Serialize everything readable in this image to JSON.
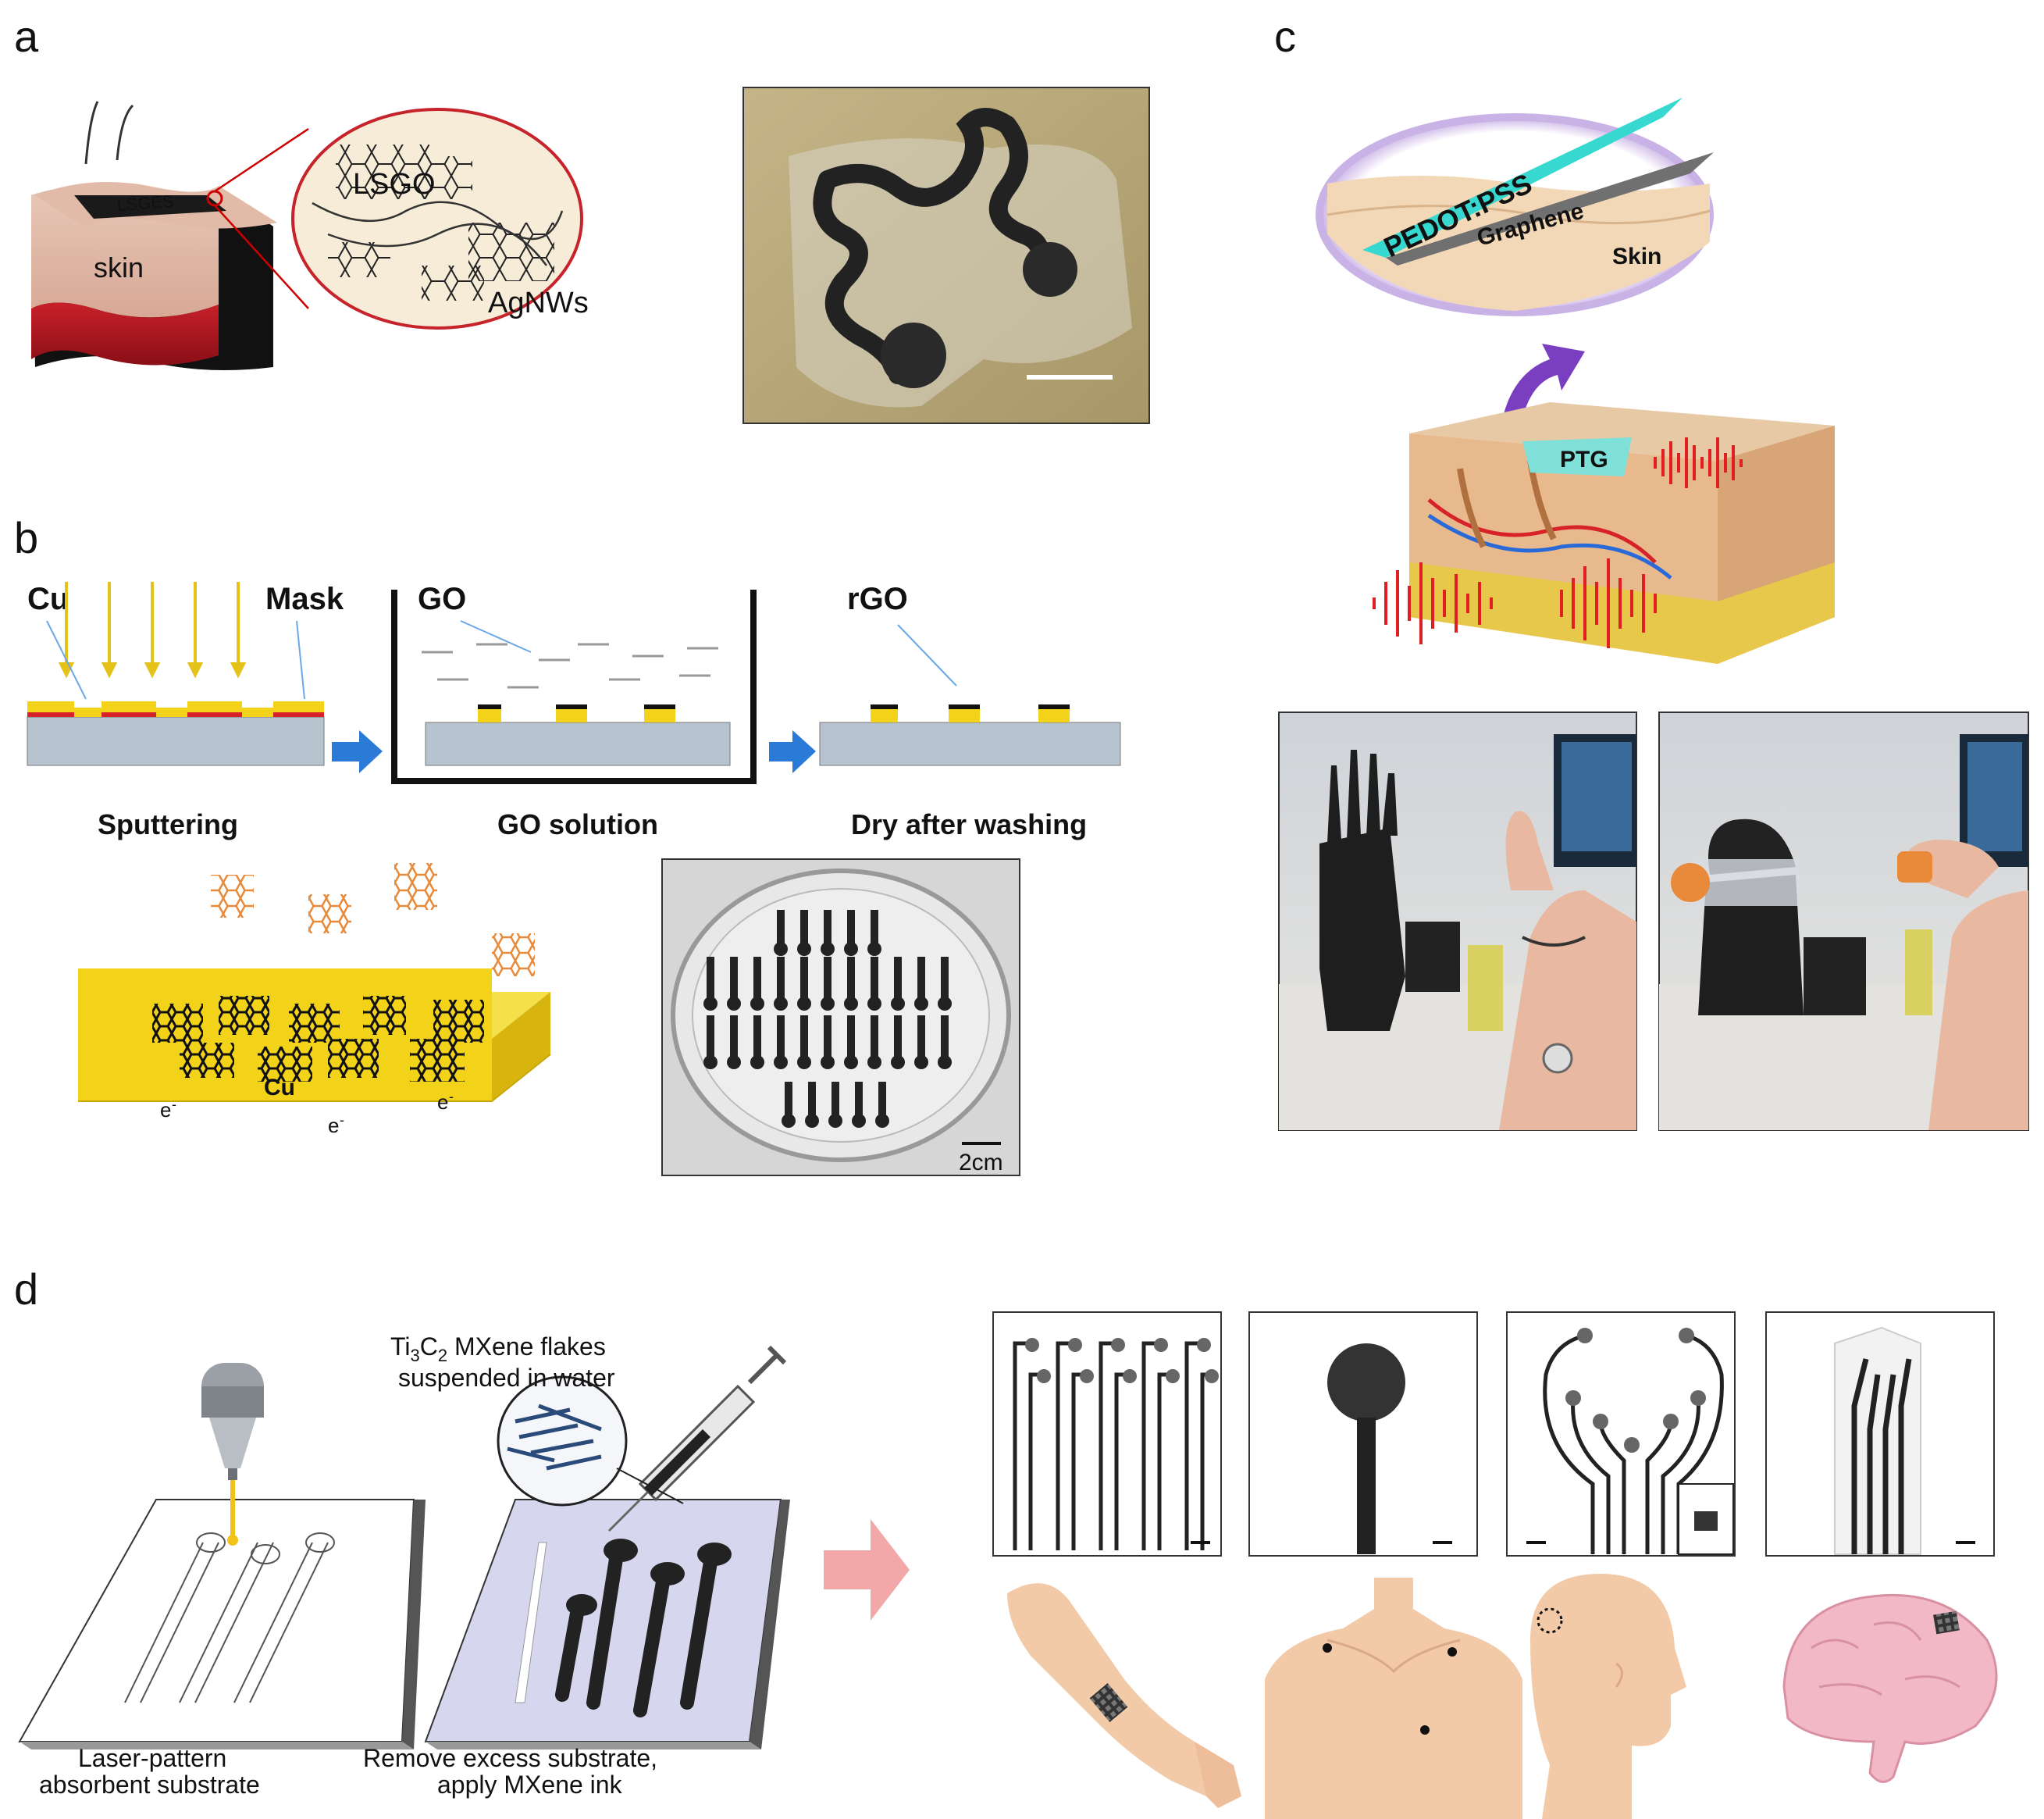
{
  "panels": {
    "a": {
      "label": "a",
      "device_text": "LSGES",
      "skin_text": "skin",
      "lsgo_text": "LSGO",
      "agnws_text": "AgNWs"
    },
    "b": {
      "label": "b",
      "cu_text": "Cu",
      "mask_text": "Mask",
      "go_text": "GO",
      "rgo_text": "rGO",
      "step1": "Sputtering",
      "step2": "GO solution",
      "step3": "Dry after washing",
      "cu_slab_text": "Cu",
      "electron_symbol": "e",
      "electron_sup": "-",
      "scale_text": "2cm"
    },
    "c": {
      "label": "c",
      "pedot_text": "PEDOT:PSS",
      "graphene_text": "Graphene",
      "skin_text": "Skin",
      "ptg_text": "PTG"
    },
    "d": {
      "label": "d",
      "ink_line1_pre": "Ti",
      "ink_sub1": "3",
      "ink_mid": "C",
      "ink_sub2": "2",
      "ink_line1_post": " MXene flakes",
      "ink_line2": "suspended in water",
      "caption1_line1": "Laser-pattern",
      "caption1_line2": "absorbent substrate",
      "caption2_line1": "Remove excess substrate,",
      "caption2_line2": "apply MXene ink"
    }
  },
  "colors": {
    "gold": "#f3d21a",
    "red": "#d8222a",
    "substrate": "#b8c3d0",
    "arrow_blue": "#2a7ad8",
    "cyan": "#37d8d0",
    "graphene_gray": "#707070",
    "purple": "#7a3fc0",
    "pink_arrow": "#f2a8a8",
    "orange_flake": "#e88a3a"
  },
  "icons": [
    "laser-nozzle-icon",
    "syringe-icon",
    "arrow-right-icon",
    "curved-arrow-icon"
  ]
}
